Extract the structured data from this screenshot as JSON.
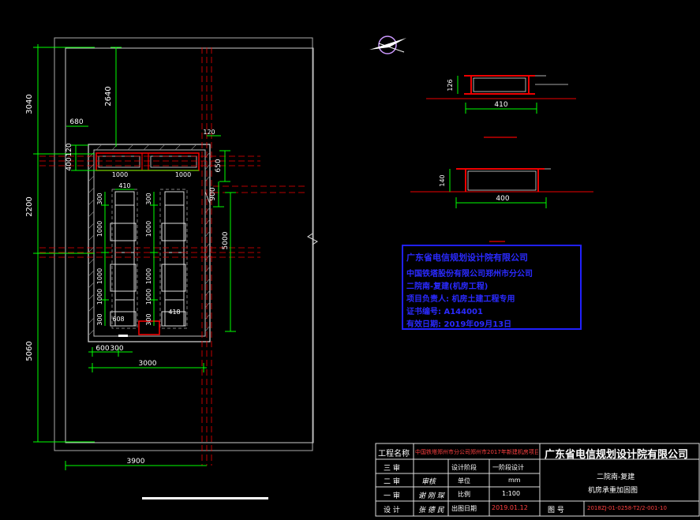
{
  "dims": {
    "d3040": "3040",
    "d2640": "2640",
    "d680": "680",
    "d120a": "120",
    "d120b": "120",
    "d400": "400",
    "d1000a": "1000",
    "d1000b": "1000",
    "d650": "650",
    "d900": "900",
    "d2200": "2200",
    "d410": "410",
    "d5000": "5000",
    "d5060": "5060",
    "d600": "600",
    "d300": "300",
    "d3000": "3000",
    "d3900": "3900",
    "r300a": "300",
    "r1000a": "1000",
    "r1000b": "1000",
    "r1000c": "1000",
    "r300b": "300",
    "s300a": "300",
    "s1000a": "1000",
    "s1000b": "1000",
    "s1000c": "1000",
    "s300b": "300",
    "d608": "608",
    "d418": "418"
  },
  "details": {
    "top": {
      "height": "126",
      "width": "410"
    },
    "bottom": {
      "height": "140",
      "width": "400"
    }
  },
  "stamp": {
    "line1": "广东省电信规划设计院有限公司",
    "line2": "中国铁塔股份有限公司郑州市分公司",
    "line3": "二院南-复建(机房工程)",
    "line4": "项目负责人: 机房土建工程专用",
    "line5": "证书编号: A144001",
    "line6": "有效日期: 2019年09月13日"
  },
  "title_block": {
    "project_label": "工程名称",
    "project_name": "中国铁塔郑州市分公司郑州市2017年新建机房项目",
    "company": "广东省电信规划设计院有限公司",
    "row_labels": [
      "三 审",
      "二 审",
      "一 审",
      "设 计"
    ],
    "signatures": [
      "",
      "审核",
      "谢 刚 琛",
      "张 德 民"
    ],
    "phase_label": "设计阶段",
    "phase_value": "一阶段设计",
    "unit_label": "单位",
    "unit_value": "mm",
    "scale_label": "比例",
    "scale_value": "1:100",
    "date_label": "出图日期",
    "date_value": "2019.01.12",
    "drawing_title_1": "二院南-复建",
    "drawing_title_2": "机房承重加固图",
    "drawing_no_label": "图 号",
    "drawing_no_value": "2018ZJ-01-0258-T2/2-001-10"
  }
}
